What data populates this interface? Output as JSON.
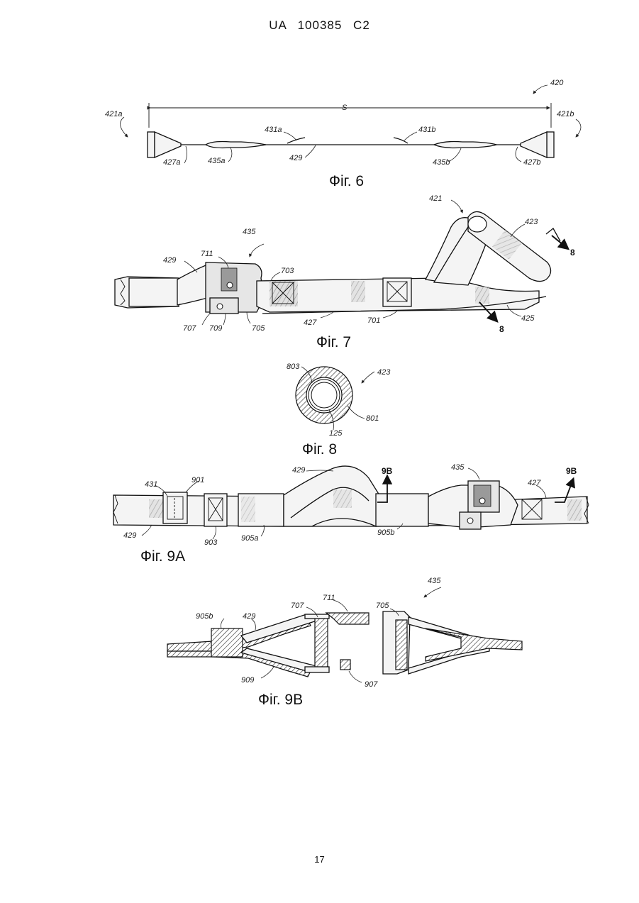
{
  "header": {
    "text": "UA   100385   C2"
  },
  "page_number": "17",
  "fig6": {
    "caption": "Фіг. 6",
    "labels": {
      "l420": "420",
      "lS": "S",
      "l421a": "421a",
      "l421b": "421b",
      "l431a": "431a",
      "l431b": "431b",
      "l427a": "427a",
      "l435a": "435a",
      "l429": "429",
      "l435b": "435b",
      "l427b": "427b"
    }
  },
  "fig7": {
    "caption": "Фіг. 7",
    "labels": {
      "l421": "421",
      "l423": "423",
      "l435": "435",
      "l429": "429",
      "l711": "711",
      "l703": "703",
      "l8top": "8",
      "l707": "707",
      "l709": "709",
      "l705": "705",
      "l427": "427",
      "l701": "701",
      "l8bot": "8",
      "l425": "425"
    }
  },
  "fig8": {
    "caption": "Фіг. 8",
    "labels": {
      "l803": "803",
      "l423": "423",
      "l801": "801",
      "l125": "125"
    }
  },
  "fig9a": {
    "caption": "Фіг. 9А",
    "labels": {
      "l429top": "429",
      "l9Bleft": "9B",
      "l435": "435",
      "l9Bright": "9B",
      "l431": "431",
      "l901": "901",
      "l427": "427",
      "l429": "429",
      "l903": "903",
      "l905a": "905a",
      "l905b": "905b"
    }
  },
  "fig9b": {
    "caption": "Фіг. 9В",
    "labels": {
      "l435": "435",
      "l711": "711",
      "l707": "707",
      "l705": "705",
      "l905b": "905b",
      "l429": "429",
      "l909": "909",
      "l907": "907"
    }
  }
}
